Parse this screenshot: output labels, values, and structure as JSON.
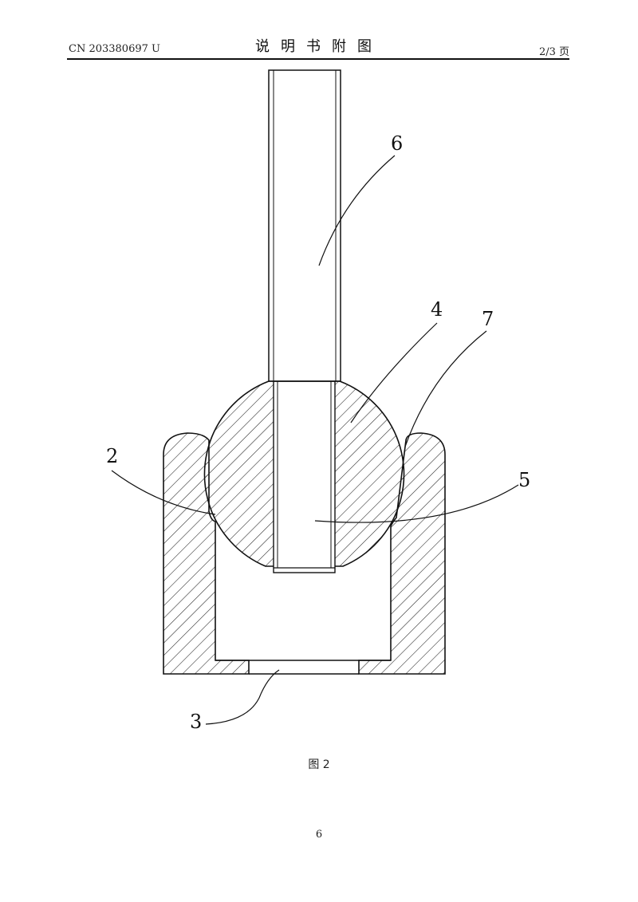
{
  "header": {
    "publication_number": "CN 203380697 U",
    "document_title": "说明书附图",
    "page_of_total": "2/3 页"
  },
  "figure": {
    "caption": "图 2",
    "labels": {
      "l2": "2",
      "l3": "3",
      "l4": "4",
      "l5": "5",
      "l6": "6",
      "l7": "7"
    }
  },
  "footer": {
    "page_number": "6"
  }
}
